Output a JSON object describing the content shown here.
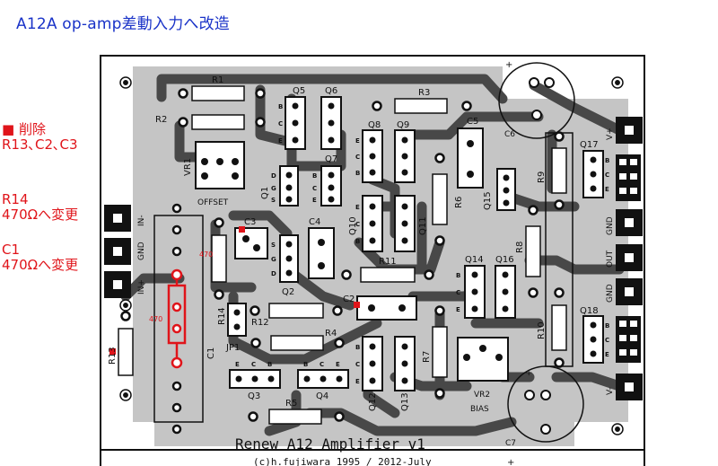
{
  "title": "A12A op-amp差動入力へ改造",
  "notes": {
    "delete": "■ 削除\nR13､C2､C3",
    "r14": "R14\n470Ωへ変更",
    "c1": "C1\n470Ωへ変更"
  },
  "pcb": {
    "footer": "Renew A12 Amplifier v1",
    "footer2": "(c)h.fujiwara 1995 / 2012-July",
    "offset": "OFFSET",
    "bias": "BIAS",
    "vr2": "VR2",
    "red_small": "470",
    "parts": {
      "R1": "R1",
      "R2": "R2",
      "R3": "R3",
      "R4": "R4",
      "R5": "R5",
      "R6": "R6",
      "R7": "R7",
      "R8": "R8",
      "R9": "R9",
      "R10": "R10",
      "R11": "R11",
      "R12": "R12",
      "R13": "R13",
      "R14": "R14",
      "C1": "C1",
      "C2": "C2",
      "C3": "C3",
      "C4": "C4",
      "C5": "C5",
      "C6": "C6",
      "C7": "C7",
      "Q1": "Q1",
      "Q2": "Q2",
      "Q3": "Q3",
      "Q4": "Q4",
      "Q5": "Q5",
      "Q6": "Q6",
      "Q7": "Q7",
      "Q8": "Q8",
      "Q9": "Q9",
      "Q10": "Q10",
      "Q11": "Q11",
      "Q12": "Q12",
      "Q13": "Q13",
      "Q14": "Q14",
      "Q15": "Q15",
      "Q16": "Q16",
      "Q17": "Q17",
      "Q18": "Q18",
      "VR1": "VR1",
      "JP1": "JP1"
    },
    "connectors_left": [
      "IN-",
      "GND",
      "IN+"
    ],
    "connectors_right": [
      "V+",
      "GND",
      "OUT",
      "GND",
      "V-"
    ],
    "pins": {
      "B": "B",
      "C": "C",
      "E": "E",
      "D": "D",
      "G": "G",
      "S": "S"
    },
    "plus": "+"
  },
  "colors": {
    "board": "#c5c5c5",
    "trace": "#484848",
    "silk": "#111111",
    "marker": "#e0141a",
    "title": "#1a33c8"
  }
}
